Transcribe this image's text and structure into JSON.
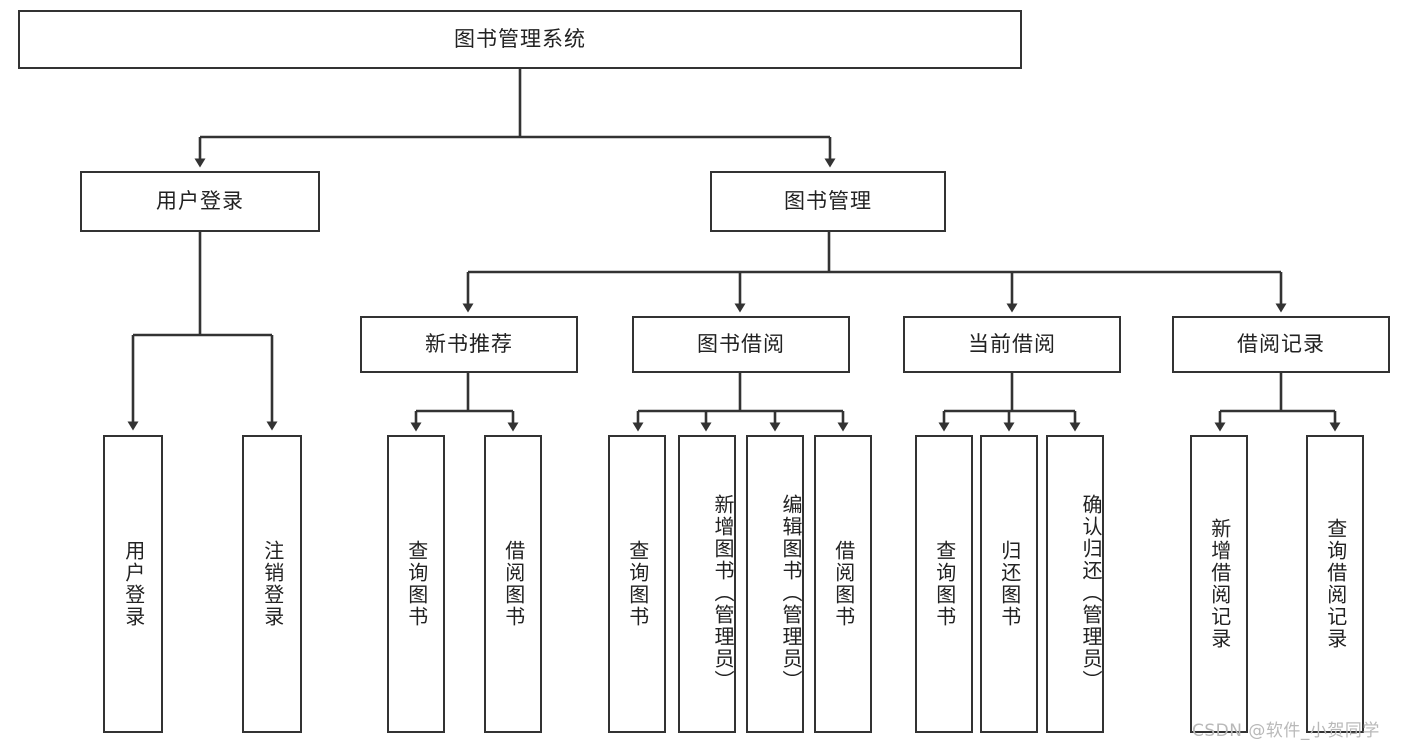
{
  "diagram": {
    "type": "tree-hierarchy-functional-decomposition",
    "root": {
      "id": "root",
      "label": "图书管理系统"
    },
    "level2": [
      {
        "id": "user-login",
        "label": "用户登录"
      },
      {
        "id": "book-management",
        "label": "图书管理"
      }
    ],
    "level3": [
      {
        "id": "new-book-recommend",
        "label": "新书推荐",
        "parent": "book-management"
      },
      {
        "id": "book-borrow",
        "label": "图书借阅",
        "parent": "book-management"
      },
      {
        "id": "current-borrow",
        "label": "当前借阅",
        "parent": "book-management"
      },
      {
        "id": "borrow-record",
        "label": "借阅记录",
        "parent": "book-management"
      }
    ],
    "leaves": {
      "user_login": [
        {
          "id": "leaf-user-login",
          "label": "用户登录"
        },
        {
          "id": "leaf-logout",
          "label": "注销登录"
        }
      ],
      "new_book_recommend": [
        {
          "id": "leaf-query-book-1",
          "label": "查询图书"
        },
        {
          "id": "leaf-borrow-book-1",
          "label": "借阅图书"
        }
      ],
      "book_borrow": [
        {
          "id": "leaf-query-book-2",
          "label": "查询图书"
        },
        {
          "id": "leaf-add-book",
          "label": "新增图书（管理员）"
        },
        {
          "id": "leaf-edit-book",
          "label": "编辑图书（管理员）"
        },
        {
          "id": "leaf-borrow-book-2",
          "label": "借阅图书"
        }
      ],
      "current_borrow": [
        {
          "id": "leaf-query-book-3",
          "label": "查询图书"
        },
        {
          "id": "leaf-return-book",
          "label": "归还图书"
        },
        {
          "id": "leaf-confirm-return",
          "label": "确认归还（管理员）"
        }
      ],
      "borrow_record": [
        {
          "id": "leaf-add-record",
          "label": "新增借阅记录"
        },
        {
          "id": "leaf-query-record",
          "label": "查询借阅记录"
        }
      ]
    },
    "colors": {
      "stroke": "#333333",
      "fill": "#ffffff",
      "text": "#222222",
      "watermark": "#b9b9b9"
    }
  },
  "watermark": {
    "text": "CSDN @软件_小贺同学"
  }
}
